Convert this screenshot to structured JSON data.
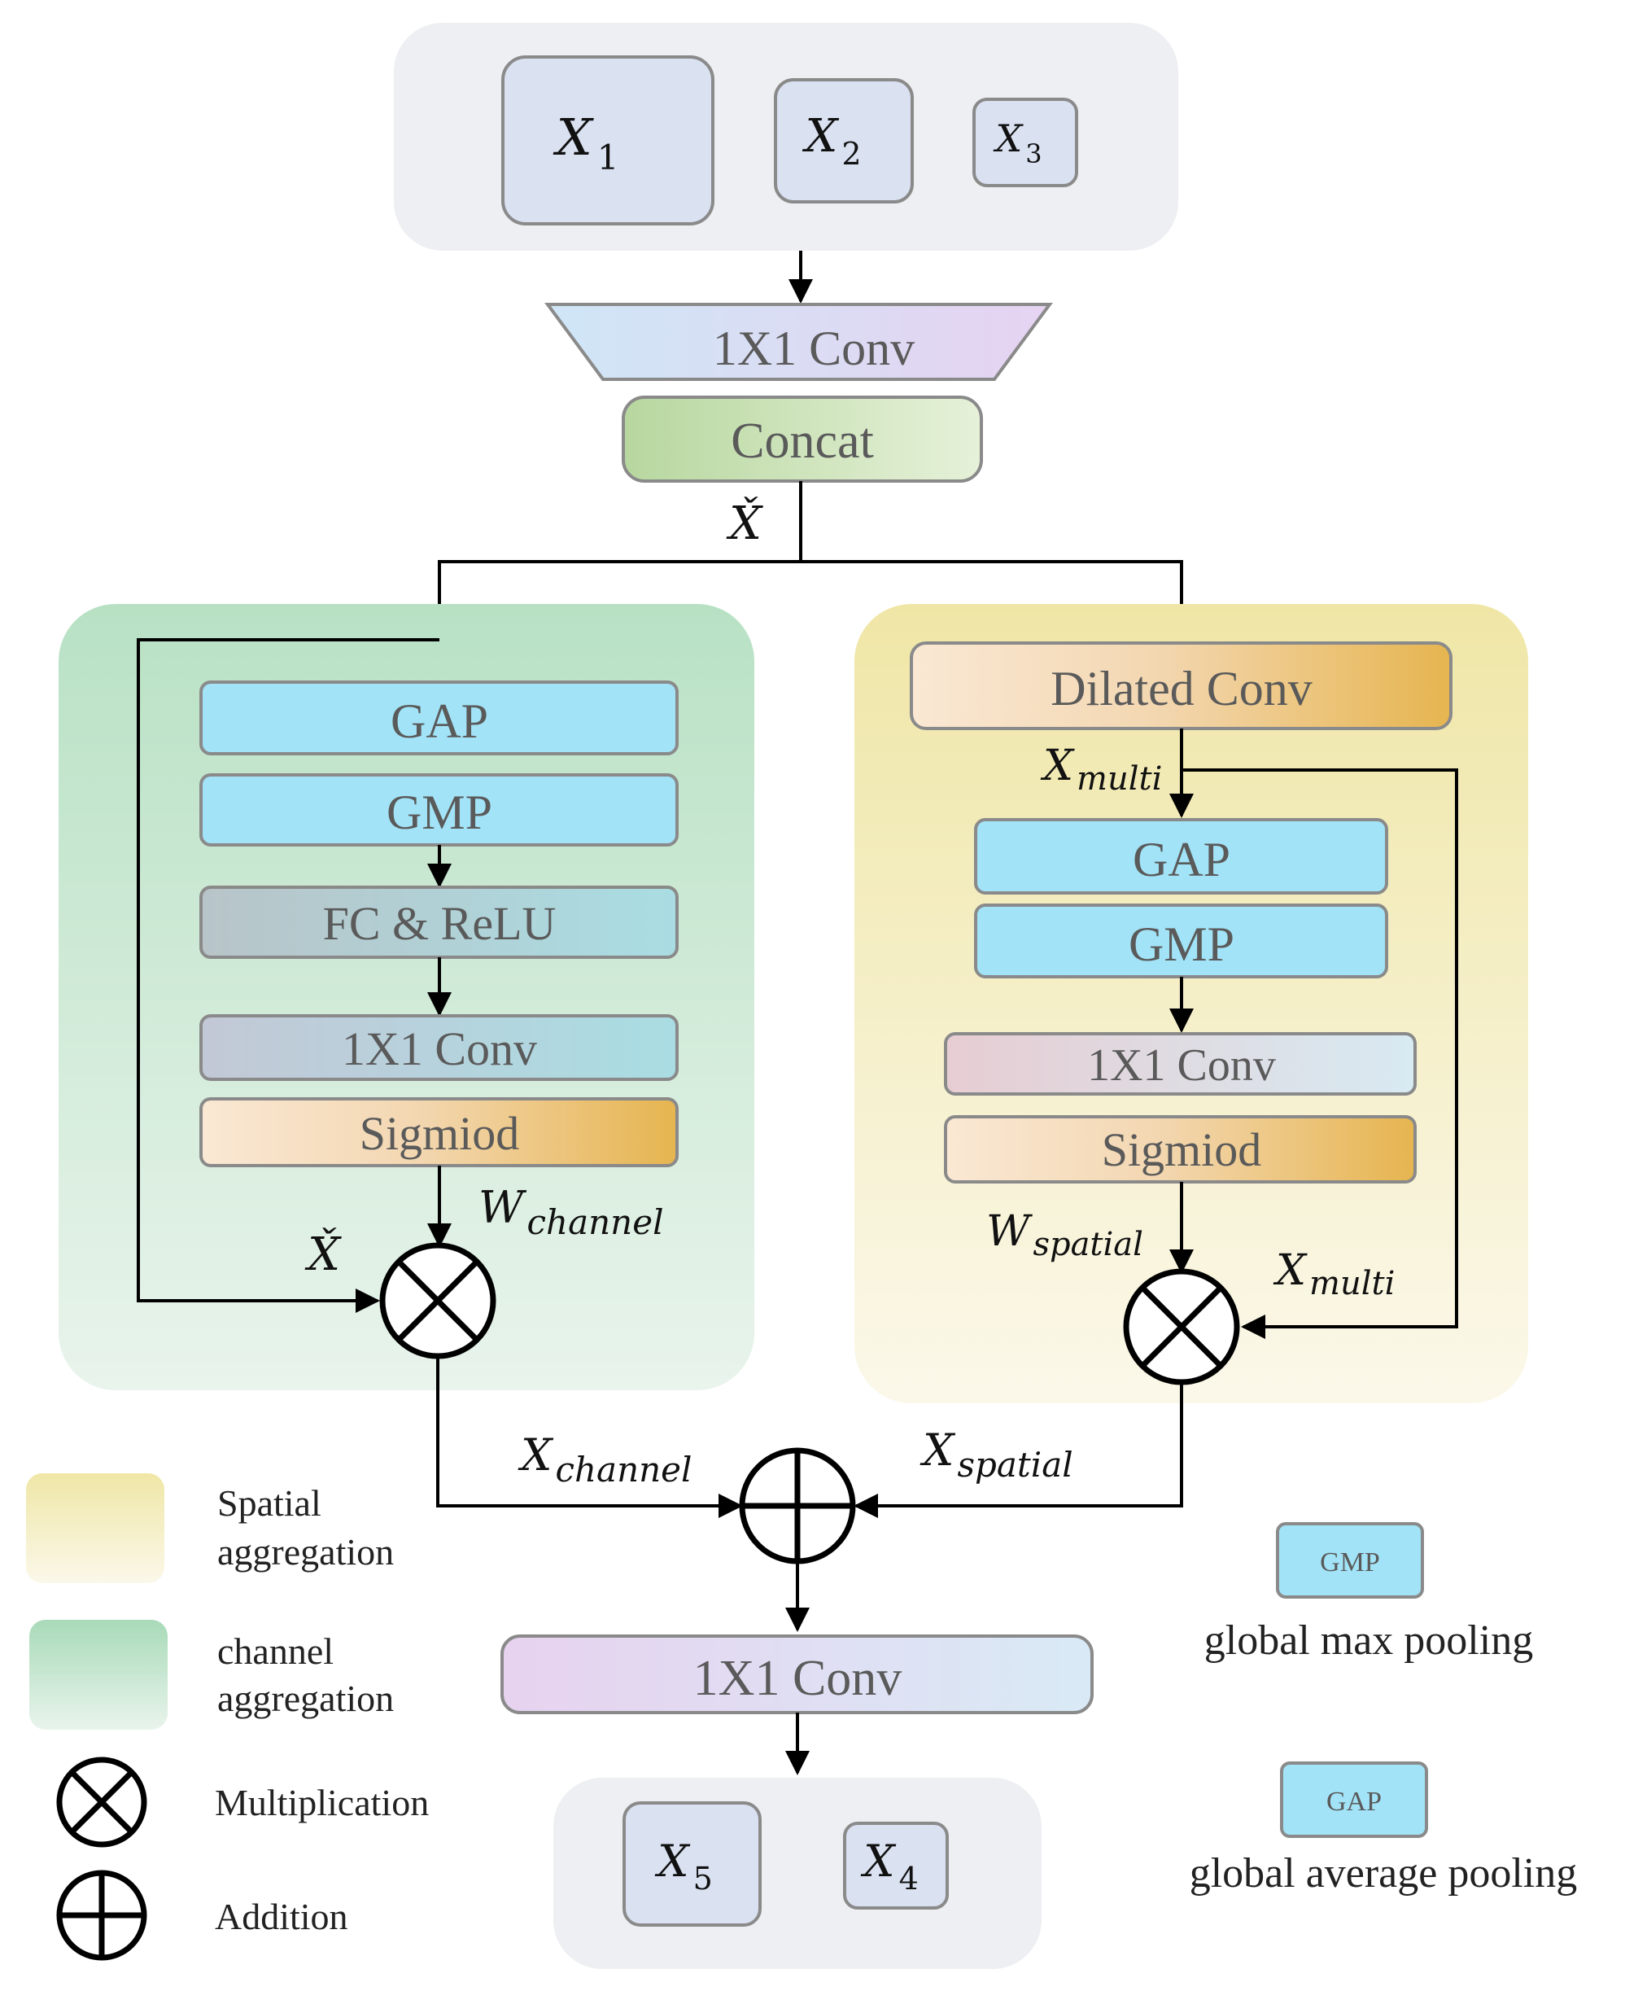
{
  "inputs": {
    "x1": {
      "base": "X",
      "sub": "1"
    },
    "x2": {
      "base": "X",
      "sub": "2"
    },
    "x3": {
      "base": "X",
      "sub": "3"
    }
  },
  "top": {
    "conv_label": "1X1 Conv",
    "concat_label": "Concat",
    "xcheck": "X̌"
  },
  "channel_branch": {
    "gap": "GAP",
    "gmp": "GMP",
    "fc_relu": "FC & ReLU",
    "conv": "1X1 Conv",
    "sigmoid": "Sigmiod",
    "xcheck": "X̌",
    "w": {
      "base": "W",
      "sub": "channel"
    }
  },
  "spatial_branch": {
    "dilated": "Dilated Conv",
    "gap": "GAP",
    "gmp": "GMP",
    "conv": "1X1 Conv",
    "sigmoid": "Sigmiod",
    "x_multi_top": {
      "base": "X",
      "sub": "multi"
    },
    "x_multi_side": {
      "base": "X",
      "sub": "multi"
    },
    "w": {
      "base": "W",
      "sub": "spatial"
    }
  },
  "merge": {
    "x_channel": {
      "base": "X",
      "sub": "channel"
    },
    "x_spatial": {
      "base": "X",
      "sub": "spatial"
    },
    "conv": "1X1 Conv"
  },
  "outputs": {
    "x5": {
      "base": "X",
      "sub": "5"
    },
    "x4": {
      "base": "X",
      "sub": "4"
    }
  },
  "legend": {
    "spatial": [
      "Spatial",
      "aggregation"
    ],
    "channel": [
      "channel",
      "aggregation"
    ],
    "multiplication": "Multiplication",
    "addition": "Addition",
    "gmp_box": "GMP",
    "gmp_desc": "global max pooling",
    "gap_box": "GAP",
    "gap_desc": "global average pooling"
  },
  "colors": {
    "cyan": "#a2e3f7",
    "input_box": "#dae1f1",
    "green_panel": "#b8e1c4",
    "yellow_panel": "#efe6a6",
    "sigmoid_orange": "#e6b550"
  }
}
